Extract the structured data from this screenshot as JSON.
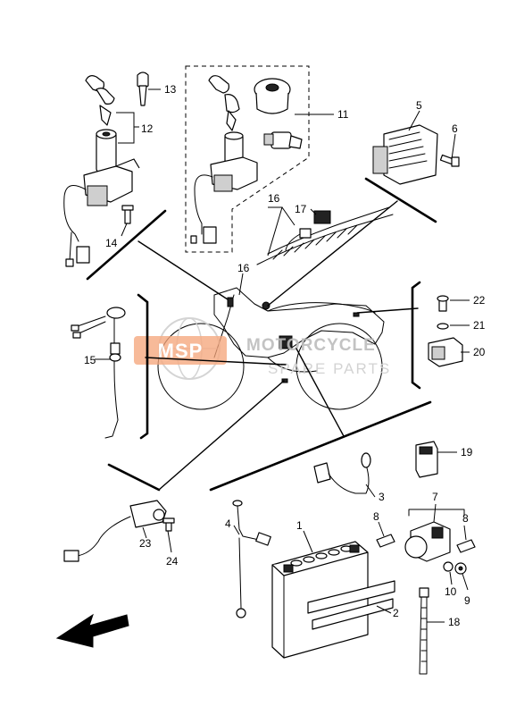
{
  "callouts": {
    "c1": "1",
    "c2": "2",
    "c3": "3",
    "c4": "4",
    "c5": "5",
    "c6": "6",
    "c7": "7",
    "c8a": "8",
    "c8b": "8",
    "c9": "9",
    "c10": "10",
    "c11": "11",
    "c12": "12",
    "c13": "13",
    "c14": "14",
    "c15": "15",
    "c16a": "16",
    "c16b": "16",
    "c17": "17",
    "c18": "18",
    "c19": "19",
    "c20": "20",
    "c21": "21",
    "c22": "22",
    "c23": "23",
    "c24": "24"
  },
  "watermark": {
    "logo": "MSP",
    "line1": "MOTORCYCLE",
    "line2": "SPARE PARTS"
  },
  "colors": {
    "ink": "#000000",
    "watermark_fill": "#f4a47a",
    "watermark_grey": "#c8c8c8",
    "background": "#ffffff"
  }
}
